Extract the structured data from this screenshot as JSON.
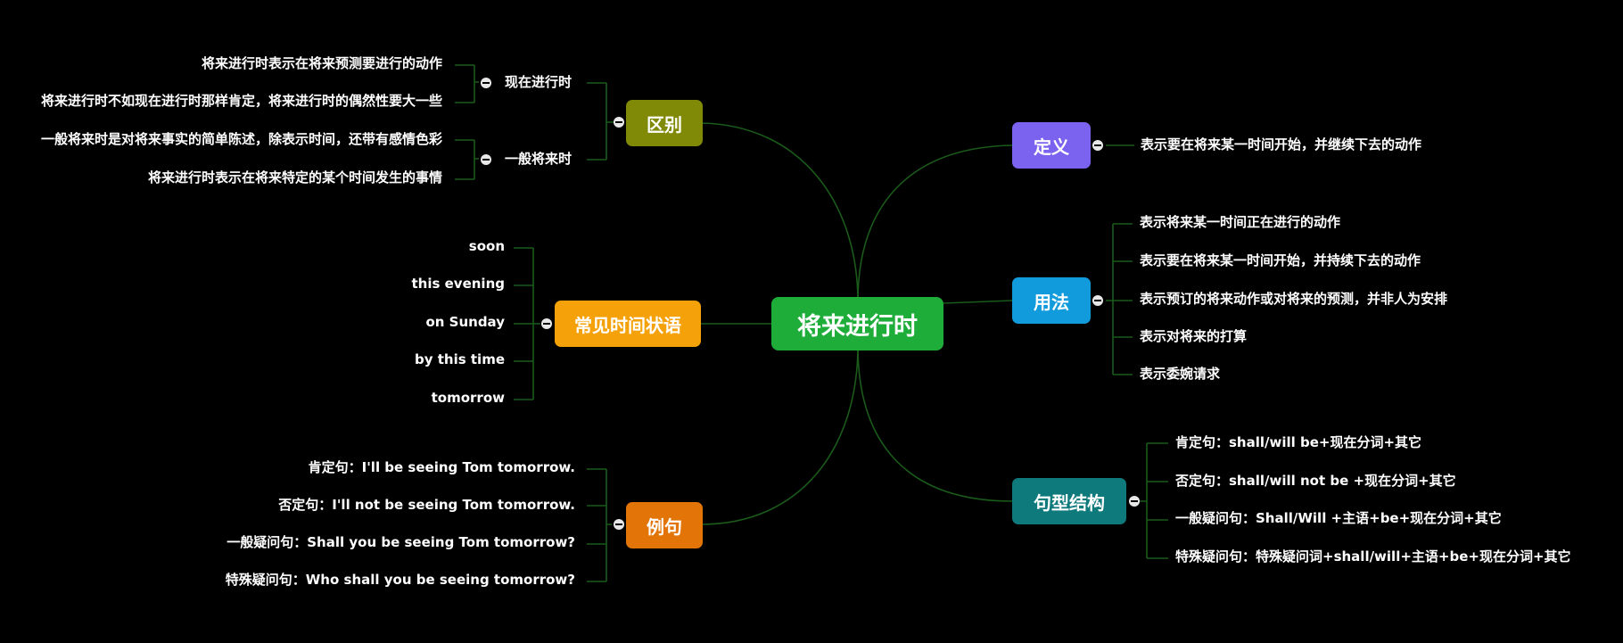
{
  "root": {
    "label": "将来进行时",
    "color": "#1fad3a"
  },
  "branches": {
    "difference": {
      "label": "区别",
      "color": "#808a06",
      "groups": [
        {
          "label": "现在进行时",
          "items": [
            "将来进行时表示在将来预测要进行的动作",
            "将来进行时不如现在进行时那样肯定，将来进行时的偶然性要大一些"
          ]
        },
        {
          "label": "一般将来时",
          "items": [
            "一般将来时是对将来事实的简单陈述，除表示时间，还带有感情色彩",
            "将来进行时表示在将来特定的某个时间发生的事情"
          ]
        }
      ]
    },
    "time_adverbials": {
      "label": "常见时间状语",
      "color": "#f5a10a",
      "items": [
        "soon",
        "this evening",
        "on Sunday",
        "by this time",
        "tomorrow"
      ]
    },
    "examples": {
      "label": "例句",
      "color": "#e37407",
      "items": [
        "肯定句：I'll be seeing Tom tomorrow.",
        "否定句：I'll not be seeing Tom tomorrow.",
        "一般疑问句：Shall you be seeing Tom tomorrow?",
        "特殊疑问句：Who shall you be seeing tomorrow?"
      ]
    },
    "definition": {
      "label": "定义",
      "color": "#7b63f0",
      "items": [
        "表示要在将来某一时间开始，并继续下去的动作"
      ]
    },
    "usage": {
      "label": "用法",
      "color": "#129bdc",
      "items": [
        "表示将来某一时间正在进行的动作",
        "表示要在将来某一时间开始，并持续下去的动作",
        "表示预订的将来动作或对将来的预测，并非人为安排",
        "表示对将来的打算",
        "表示委婉请求"
      ]
    },
    "structure": {
      "label": "句型结构",
      "color": "#0f7a7c",
      "items": [
        "肯定句：shall/will be+现在分词+其它",
        "否定句：shall/will not be +现在分词+其它",
        "一般疑问句：Shall/Will +主语+be+现在分词+其它",
        "特殊疑问句：特殊疑问词+shall/will+主语+be+现在分词+其它"
      ]
    }
  },
  "colors": {
    "background": "#000000",
    "connector": "#1a5a1a",
    "text": "#ffffff"
  }
}
